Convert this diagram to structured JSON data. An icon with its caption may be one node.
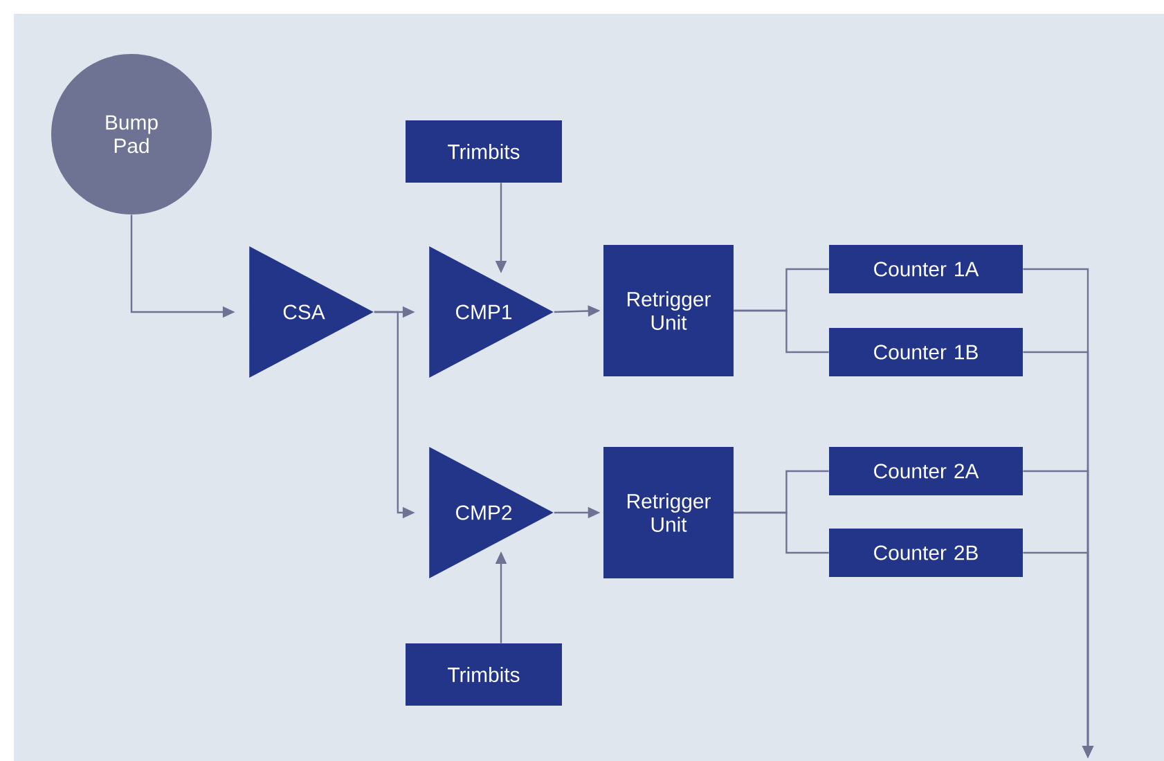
{
  "diagram": {
    "nodes": [
      {
        "text": [
          "Bump Pad"
        ]
      },
      {
        "text": [
          "Trimbits"
        ]
      },
      {
        "text": [
          "CSA"
        ]
      },
      {
        "text": [
          "CMP1"
        ]
      },
      {
        "text": [
          "Retrigger Unit"
        ]
      },
      {
        "text": [
          "Counter 1A"
        ]
      },
      {
        "text": [
          "Counter 1B"
        ]
      },
      {
        "text": [
          "CMP2"
        ]
      },
      {
        "text": [
          "Retrigger Unit"
        ]
      },
      {
        "text": [
          "Counter 2A"
        ]
      },
      {
        "text": [
          "Counter 2B"
        ]
      },
      {
        "text": [
          "Trimbits"
        ]
      }
    ],
    "edges": [
      {
        "from": 0,
        "to": 2,
        "arrow": "to"
      },
      {
        "from": 2,
        "to": 3,
        "arrow": "to"
      },
      {
        "from": 2,
        "to": 7,
        "arrow": "to"
      },
      {
        "from": 1,
        "to": 3,
        "arrow": "to"
      },
      {
        "from": 11,
        "to": 7,
        "arrow": "to"
      },
      {
        "from": 3,
        "to": 4,
        "arrow": "to"
      },
      {
        "from": 7,
        "to": 8,
        "arrow": "to"
      },
      {
        "from": 4,
        "to": 5,
        "arrow": "none"
      },
      {
        "from": 4,
        "to": 6,
        "arrow": "none"
      },
      {
        "from": 8,
        "to": 9,
        "arrow": "none"
      },
      {
        "from": 8,
        "to": 10,
        "arrow": "none"
      },
      {
        "from": 5,
        "to": null,
        "arrow": "to"
      },
      {
        "from": 6,
        "to": null,
        "arrow": "to"
      },
      {
        "from": 9,
        "to": null,
        "arrow": "to"
      },
      {
        "from": 10,
        "to": null,
        "arrow": "to"
      }
    ]
  }
}
